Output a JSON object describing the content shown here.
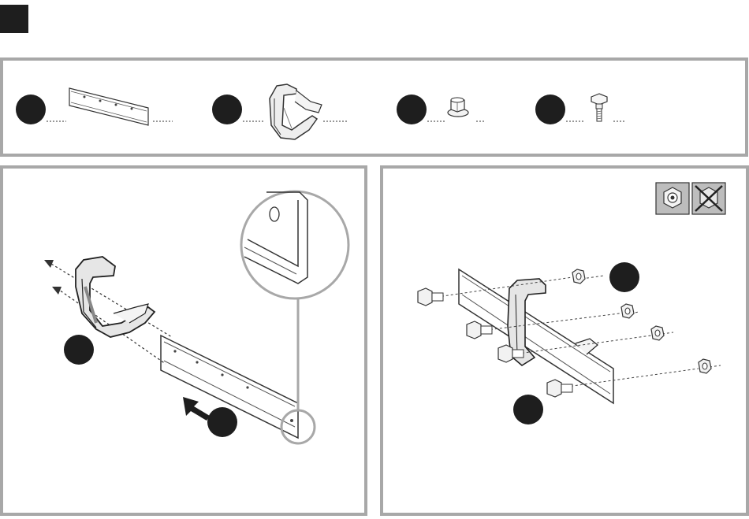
{
  "step": {
    "number": ""
  },
  "parts": [
    {
      "id": "rail",
      "callout": "",
      "qty": "",
      "icon": "rail-part-icon"
    },
    {
      "id": "hanger",
      "callout": "",
      "qty": "",
      "icon": "hanger-part-icon"
    },
    {
      "id": "nut",
      "callout": "",
      "qty": "",
      "icon": "flange-nut-icon"
    },
    {
      "id": "bolt",
      "callout": "",
      "qty": "",
      "icon": "carriage-bolt-icon"
    }
  ],
  "left_panel": {
    "callouts": [
      "",
      ""
    ]
  },
  "right_panel": {
    "callouts": [
      "",
      ""
    ],
    "icons": [
      "nut-correct-icon",
      "nut-incorrect-icon"
    ]
  },
  "colors": {
    "callout": "#1e1e1e",
    "frame": "#a8a8a8",
    "line": "#333333"
  }
}
